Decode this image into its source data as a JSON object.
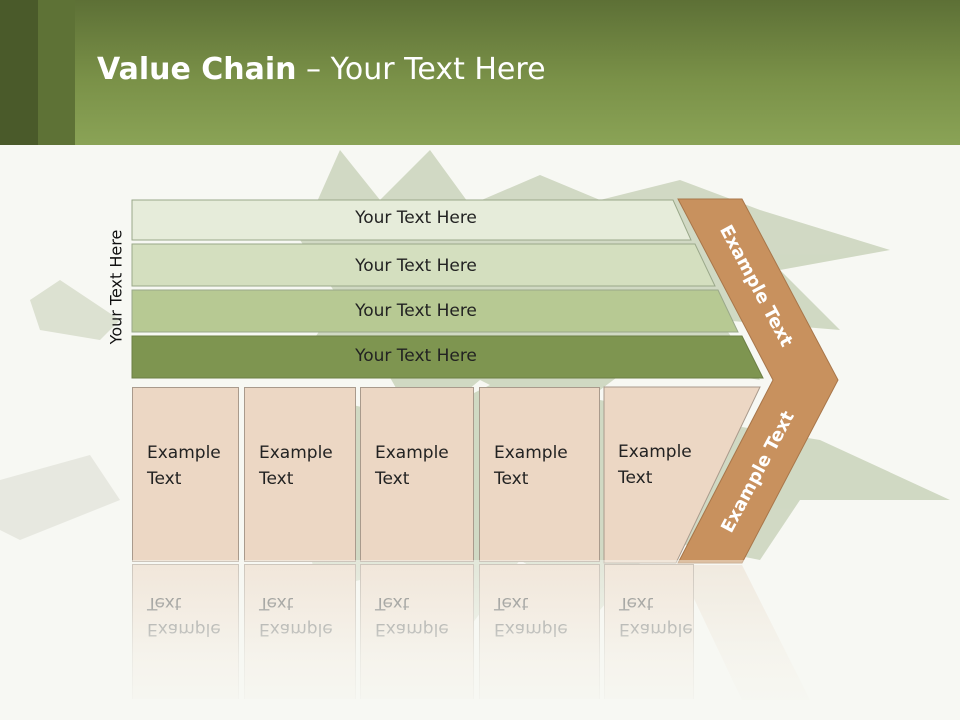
{
  "slide": {
    "title_bold": "Value Chain",
    "title_rest": " – Your Text Here",
    "side_label": "Your Text Here"
  },
  "bands": [
    {
      "label": "Your Text Here",
      "color": "#e6ecda"
    },
    {
      "label": "Your Text Here",
      "color": "#d4dfbf"
    },
    {
      "label": "Your Text Here",
      "color": "#b7c993"
    },
    {
      "label": "Your Text Here",
      "color": "#7e9550"
    }
  ],
  "boxes": [
    {
      "line1": "Example",
      "line2": "Text"
    },
    {
      "line1": "Example",
      "line2": "Text"
    },
    {
      "line1": "Example",
      "line2": "Text"
    },
    {
      "line1": "Example",
      "line2": "Text"
    },
    {
      "line1": "Example",
      "line2": "Text"
    }
  ],
  "chevron": {
    "upper_label": "Example Text",
    "lower_label": "Example Text",
    "color": "#c8915e"
  },
  "colors": {
    "header": "#7a9148",
    "box_fill": "#ecd7c4"
  }
}
